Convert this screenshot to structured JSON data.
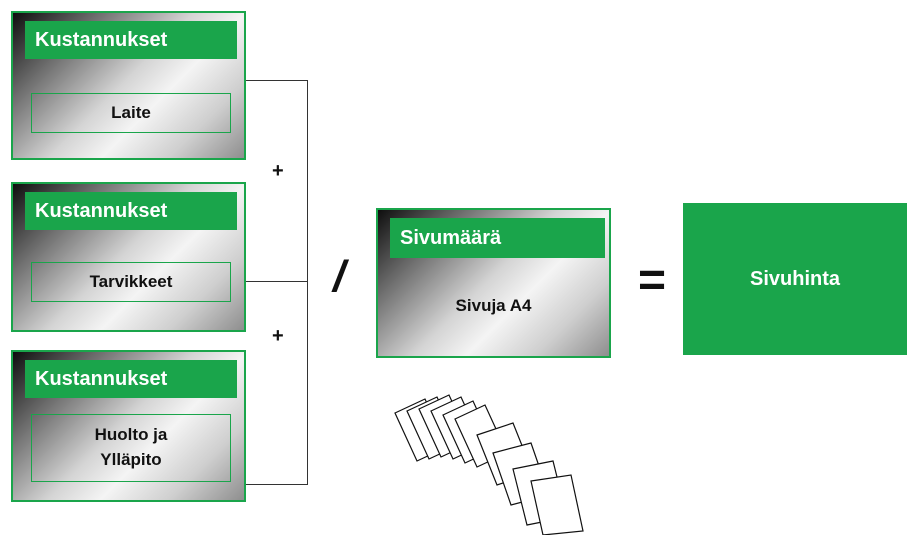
{
  "costs": [
    {
      "header": "Kustannukset",
      "item": "Laite"
    },
    {
      "header": "Kustannukset",
      "item": "Tarvikkeet"
    },
    {
      "header": "Kustannukset",
      "item_line1": "Huolto ja",
      "item_line2": "Ylläpito"
    }
  ],
  "operators": {
    "plus1": "+",
    "plus2": "+",
    "divide": "/",
    "equals": "="
  },
  "pages": {
    "header": "Sivumäärä",
    "item": "Sivuja A4"
  },
  "result": {
    "label": "Sivuhinta"
  },
  "colors": {
    "accent_green": "#1aa54b",
    "connector": "#333333"
  }
}
